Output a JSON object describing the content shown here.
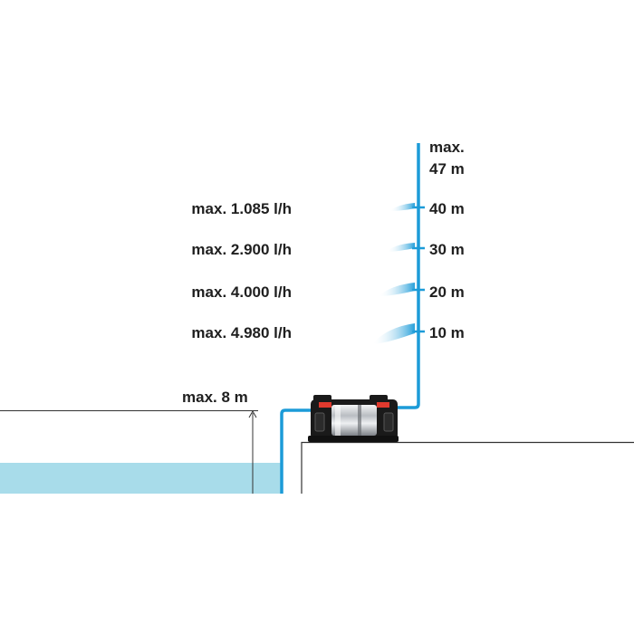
{
  "diagram": {
    "max_head": {
      "line1": "max.",
      "line2": "47 m"
    },
    "suction_depth": "max. 8 m",
    "rows": [
      {
        "flow": "max. 1.085 l/h",
        "height": "40 m"
      },
      {
        "flow": "max. 2.900 l/h",
        "height": "30 m"
      },
      {
        "flow": "max. 4.000 l/h",
        "height": "20 m"
      },
      {
        "flow": "max. 4.980 l/h",
        "height": "10 m"
      }
    ],
    "colors": {
      "pipe": "#1c9bd8",
      "water": "#a8dcea",
      "pump_body": "#1a1a1a",
      "pump_cylinder": "#c9ccd0",
      "pump_accent": "#e03a2e"
    },
    "icons": [
      "water-jet-icon",
      "pump-icon",
      "arrow-up-icon"
    ]
  }
}
